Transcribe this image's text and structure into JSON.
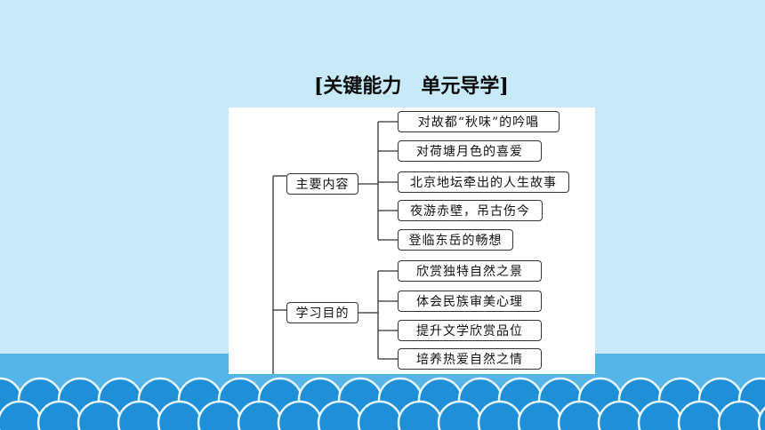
{
  "title": "[关键能力　单元导学]",
  "branches": [
    {
      "label": "主要内容",
      "items": [
        "对故都“秋味”的吟唱",
        "对荷塘月色的喜爱",
        "北京地坛牵出的人生故事",
        "夜游赤壁，吊古伤今",
        "登临东岳的畅想"
      ]
    },
    {
      "label": "学习目的",
      "items": [
        "欣赏独特自然之景",
        "体会民族审美心理",
        "提升文学欣赏品位",
        "培养热爱自然之情"
      ]
    }
  ],
  "colors": {
    "background": "#c7e9f8",
    "band": "#55b4e8",
    "wave": "#1f8fd8",
    "line": "#333333"
  }
}
